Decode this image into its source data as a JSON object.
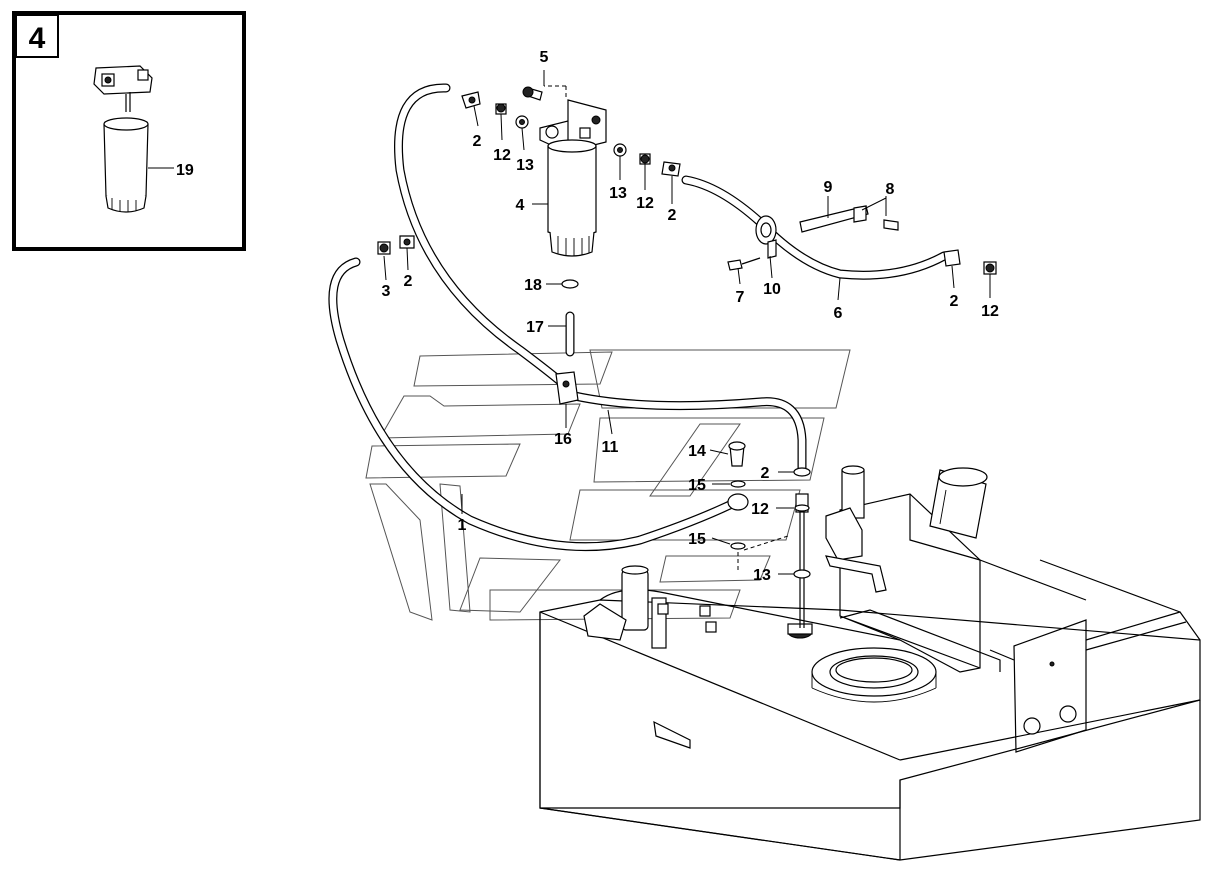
{
  "inset": {
    "view_number": "4",
    "callouts": [
      "19"
    ]
  },
  "callouts": [
    {
      "id": "c-5",
      "text": "5"
    },
    {
      "id": "c-2a",
      "text": "2"
    },
    {
      "id": "c-12a",
      "text": "12"
    },
    {
      "id": "c-13a",
      "text": "13"
    },
    {
      "id": "c-13b",
      "text": "13"
    },
    {
      "id": "c-12b",
      "text": "12"
    },
    {
      "id": "c-2b",
      "text": "2"
    },
    {
      "id": "c-4",
      "text": "4"
    },
    {
      "id": "c-9",
      "text": "9"
    },
    {
      "id": "c-8",
      "text": "8"
    },
    {
      "id": "c-7",
      "text": "7"
    },
    {
      "id": "c-10",
      "text": "10"
    },
    {
      "id": "c-6",
      "text": "6"
    },
    {
      "id": "c-2c",
      "text": "2"
    },
    {
      "id": "c-12c",
      "text": "12"
    },
    {
      "id": "c-3",
      "text": "3"
    },
    {
      "id": "c-2d",
      "text": "2"
    },
    {
      "id": "c-18",
      "text": "18"
    },
    {
      "id": "c-17",
      "text": "17"
    },
    {
      "id": "c-16",
      "text": "16"
    },
    {
      "id": "c-11",
      "text": "11"
    },
    {
      "id": "c-14",
      "text": "14"
    },
    {
      "id": "c-15a",
      "text": "15"
    },
    {
      "id": "c-2e",
      "text": "2"
    },
    {
      "id": "c-12d",
      "text": "12"
    },
    {
      "id": "c-15b",
      "text": "15"
    },
    {
      "id": "c-13c",
      "text": "13"
    },
    {
      "id": "c-1",
      "text": "1"
    }
  ]
}
